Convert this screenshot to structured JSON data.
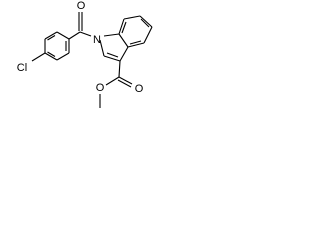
{
  "molecule": {
    "atoms": {
      "nitrogen": "N",
      "carbonyl_oxygen": "O",
      "ester_carbonyl_oxygen": "O",
      "ester_oxygen": "O",
      "chlorine": "Cl"
    }
  }
}
